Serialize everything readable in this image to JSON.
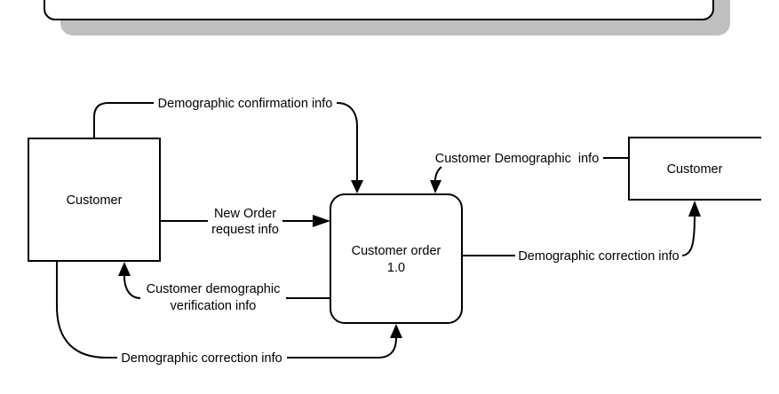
{
  "colors": {
    "stroke": "#000000",
    "shadow": "#bfbfbf",
    "background": "#ffffff"
  },
  "entities": {
    "left_customer": "Customer",
    "right_customer": "Customer"
  },
  "process": {
    "name": "Customer order",
    "number": "1.0"
  },
  "flows": {
    "demographic_confirmation": "Demographic confirmation info",
    "customer_demographic": "Customer Demographic  info",
    "new_order_line1": "New Order",
    "new_order_line2": "request info",
    "verification_line1": "Customer demographic",
    "verification_line2": "verification info",
    "correction_bottom": "Demographic correction info",
    "correction_right": "Demographic correction info"
  }
}
